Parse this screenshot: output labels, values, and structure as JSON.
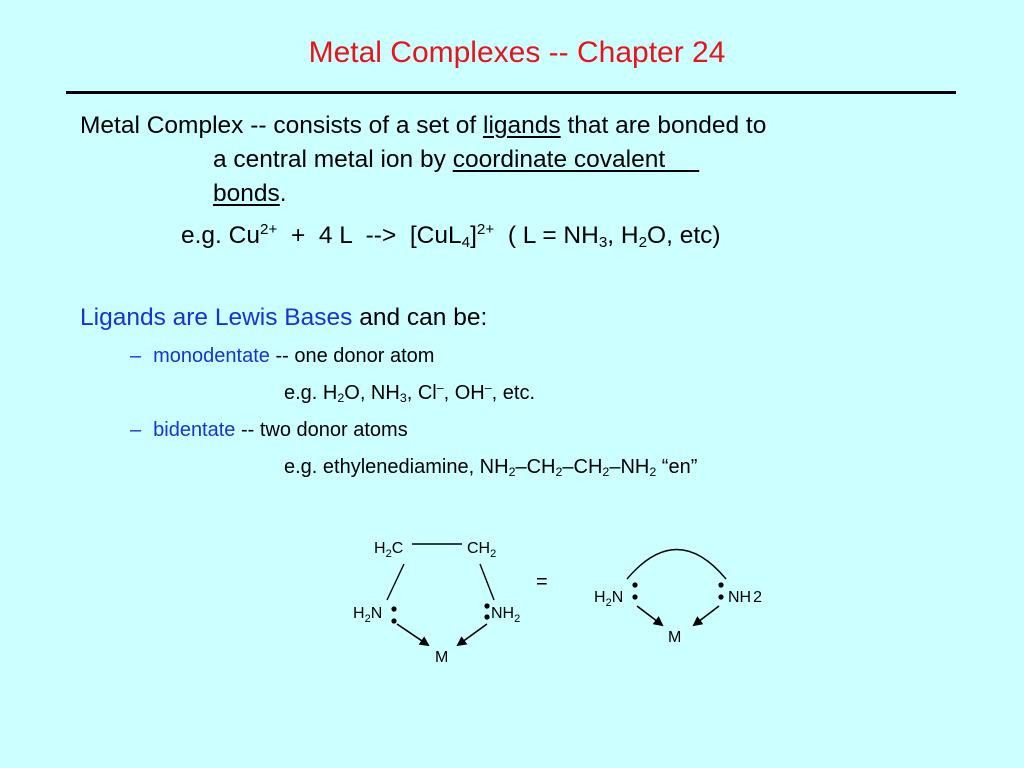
{
  "title": "Metal Complexes -- Chapter 24",
  "definition": {
    "lead": "Metal Complex -- consists of a set of ",
    "ligands": "ligands",
    "after_ligands": " that are bonded to",
    "line2_lead": "a central metal ion by ",
    "coordinate": "coordinate covalent     ",
    "bonds": "bonds",
    "bonds_end": "."
  },
  "equation": {
    "eg": "e.g. Cu",
    "charge1": "2+",
    "mid": "  +  4 L  -->  [CuL",
    "sub4": "4",
    "bracket": "]",
    "charge2": "2+",
    "l_eq": "  ( L = NH",
    "sub3": "3",
    "comma_h": ", H",
    "sub2": "2",
    "end": "O, etc)"
  },
  "ligands_head": {
    "blue": "Ligands are Lewis Bases",
    "rest": " and can be:"
  },
  "bullets": {
    "dash": "–",
    "mono_label": "monodentate",
    "mono_desc": " -- one donor atom",
    "bi_label": "bidentate",
    "bi_desc": " -- two donor atoms"
  },
  "mono_example": {
    "a": "e.g. H",
    "s1": "2",
    "b": "O, NH",
    "s2": "3",
    "c": ", Cl",
    "m1": "–",
    "d": ", OH",
    "m2": "–",
    "e": ", etc."
  },
  "bi_example": {
    "a": "e.g. ethylenediamine, NH",
    "s1": "2",
    "b": "–CH",
    "s2": "2",
    "c": "–CH",
    "s3": "2",
    "d": "–NH",
    "s4": "2",
    "e": " “en”"
  },
  "diagram": {
    "h": "H",
    "two": "2",
    "c": "C",
    "ch": "CH",
    "n": "N",
    "nh": "NH",
    "m": "M",
    "equals": "="
  }
}
